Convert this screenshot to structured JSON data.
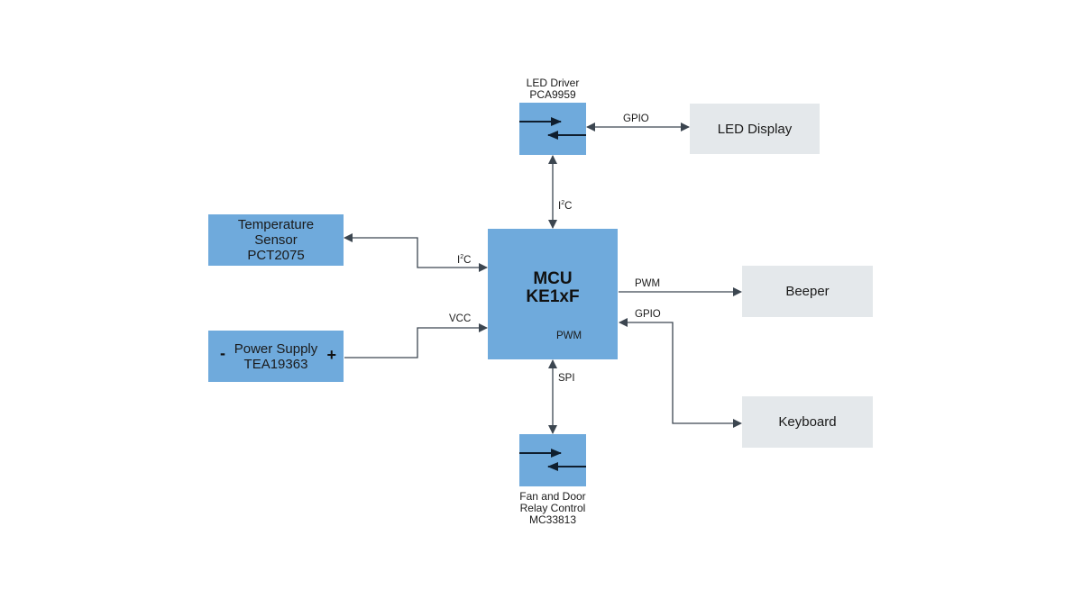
{
  "diagram": {
    "mcu": {
      "line1": "MCU",
      "line2": "KE1xF",
      "pwm_label": "PWM"
    },
    "led_driver": {
      "line1": "LED Driver",
      "line2": "PCA9959"
    },
    "led_display": {
      "label": "LED Display"
    },
    "temp_sensor": {
      "line1": "Temperature",
      "line2": "Sensor",
      "line3": "PCT2075"
    },
    "power_supply": {
      "line1": "Power Supply",
      "line2": "TEA19363",
      "minus": "-",
      "plus": "+"
    },
    "fan_relay": {
      "line1": "Fan and Door",
      "line2": "Relay Control",
      "line3": "MC33813"
    },
    "beeper": {
      "label": "Beeper"
    },
    "keyboard": {
      "label": "Keyboard"
    },
    "links": {
      "led_gpio": "GPIO",
      "i2c_top_base": "I",
      "i2c_top_sup": "2",
      "i2c_top_end": "C",
      "i2c_temp_base": "I",
      "i2c_temp_sup": "2",
      "i2c_temp_end": "C",
      "vcc": "VCC",
      "pwm_beeper": "PWM",
      "gpio_keyboard": "GPIO",
      "spi": "SPI"
    },
    "colors": {
      "ic_block": "#6faadc",
      "peripheral_block": "#e4e8eb",
      "wire": "#3c4650"
    }
  }
}
